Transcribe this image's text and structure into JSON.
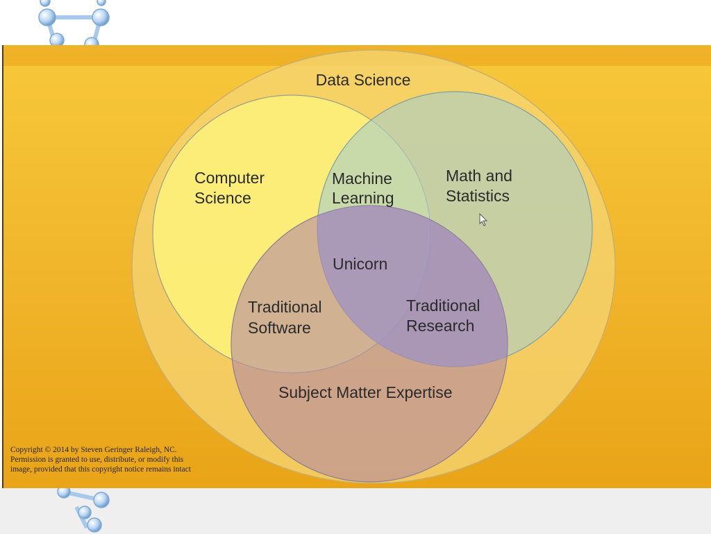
{
  "diagram": {
    "outer_label": "Data Science",
    "sets": {
      "computer_science": [
        "Computer",
        "Science"
      ],
      "math_statistics": [
        "Math and",
        "Statistics"
      ],
      "subject_matter": [
        "Subject Matter Expertise"
      ]
    },
    "intersections": {
      "machine_learning": [
        "Machine",
        "Learning"
      ],
      "traditional_software": [
        "Traditional",
        "Software"
      ],
      "traditional_research": [
        "Traditional",
        "Research"
      ],
      "unicorn": [
        "Unicorn"
      ]
    },
    "colors": {
      "background_gradient": [
        "#f7c93a",
        "#e9a417"
      ],
      "outer_circle": "#f5d675",
      "computer_science": "#fbf27a",
      "math_statistics": "#a9cfc9",
      "subject_matter": "#b58ca3",
      "traditional_research": "#9a8cc4"
    }
  },
  "copyright": {
    "lines": [
      "Copyright © 2014 by Steven Geringer Raleigh, NC.",
      "Permission is granted to use, distribute, or modify this",
      "image, provided that this copyright notice remains intact"
    ]
  },
  "decoration": {
    "icon": "molecule-chain-icon"
  }
}
